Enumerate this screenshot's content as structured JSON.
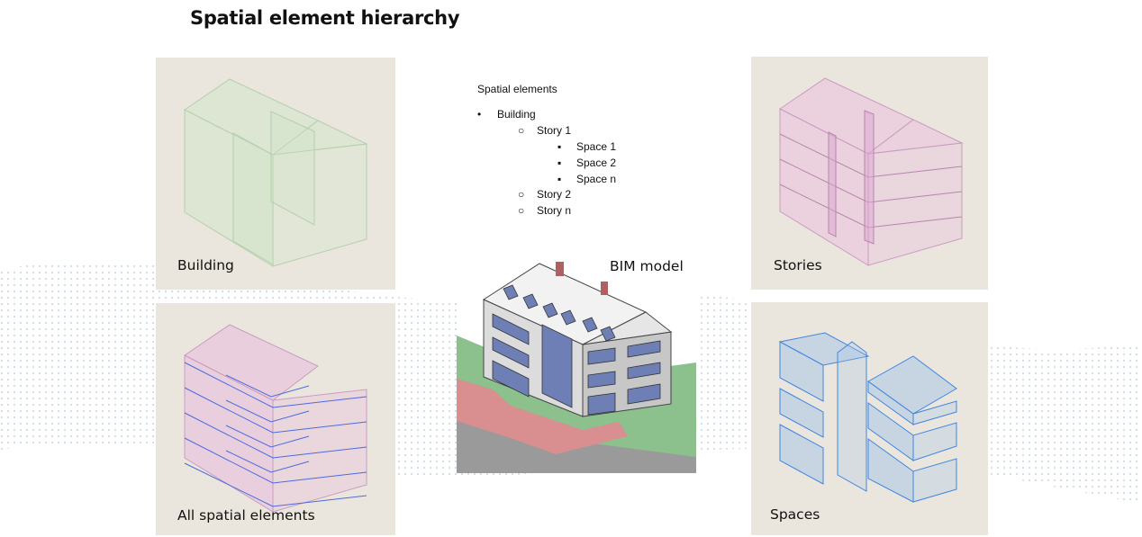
{
  "title": "Spatial element hierarchy",
  "panels": {
    "building": {
      "label": "Building",
      "tint": "#cfe6c8",
      "edge": "#b9d4b1"
    },
    "stories": {
      "label": "Stories",
      "tint": "#e8b8de",
      "edge": "#c99cc0"
    },
    "all_spatial": {
      "label": "All spatial elements",
      "tint": "#e8b8de",
      "edge": "#4a6be0"
    },
    "spaces": {
      "label": "Spaces",
      "tint": "#a9c6e8",
      "edge": "#3f86e0"
    },
    "bim": {
      "label": "BIM model"
    }
  },
  "hierarchy": {
    "heading": "Spatial elements",
    "level1_bullet": "•",
    "level2_bullet": "○",
    "level3_bullet": "▪",
    "building": "Building",
    "story1": "Story 1",
    "space1": "Space 1",
    "space2": "Space 2",
    "spacen": "Space n",
    "story2": "Story 2",
    "storyn": "Story n"
  }
}
